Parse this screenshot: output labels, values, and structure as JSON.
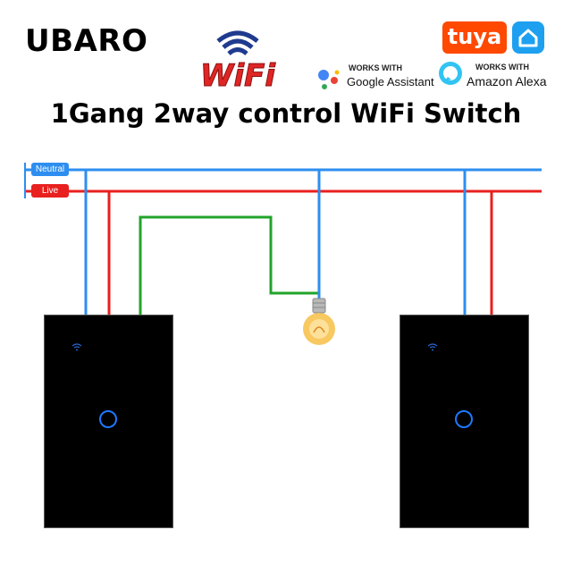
{
  "brand": "UBARO",
  "wifi_logo_text": "WiFi",
  "tuya_label": "tuya",
  "google_badge": {
    "works_with": "WORKS WITH",
    "name": "Google Assistant"
  },
  "alexa_badge": {
    "works_with": "WORKS WITH",
    "name": "Amazon Alexa"
  },
  "title": "1Gang 2way control WiFi Switch",
  "wire_labels": {
    "neutral": "Neutral",
    "live": "Live"
  },
  "colors": {
    "neutral": "#2d8ef0",
    "live": "#e8201e",
    "traveler": "#22a42a",
    "tuya": "#ff4800",
    "home_app": "#1ea0f0",
    "panel": "#000000",
    "button_ring": "#1e78ff"
  },
  "icons": [
    "wifi-logo-icon",
    "google-assistant-icon",
    "alexa-icon",
    "tuya-logo",
    "smart-home-icon",
    "light-bulb-icon",
    "wifi-indicator-icon",
    "touch-button-ring"
  ]
}
